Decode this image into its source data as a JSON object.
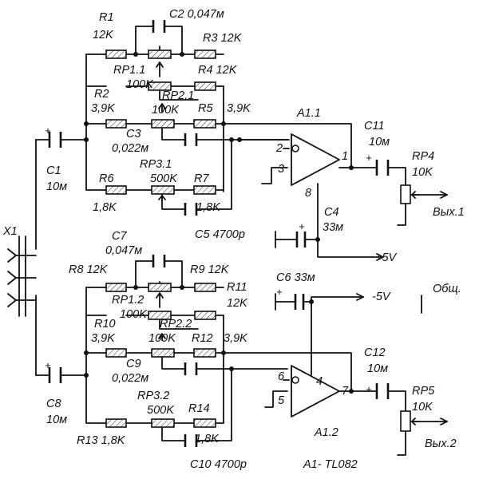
{
  "labels": {
    "r1": "R1",
    "r1v": "12K",
    "c2": "C2 0,047м",
    "r3": "R3 12K",
    "rp11": "RP1.1",
    "rp11v": "100K",
    "r4": "R4 12K",
    "r2": "R2",
    "r2v": "3,9K",
    "rp21": "RP2.1",
    "rp21v": "100K",
    "r5": "R5",
    "r5v": "3,9K",
    "a11": "A1.1",
    "c11": "C11",
    "c11v": "10м",
    "c3": "C3",
    "c3v": "0,022м",
    "rp31": "RP3.1",
    "pin2": "2",
    "pin3": "3",
    "pin1": "1",
    "pin8": "8",
    "rp4": "RP4",
    "rp4v": "10K",
    "c1": "C1",
    "c1v": "10м",
    "r6": "R6",
    "r6v": "1,8K",
    "rp31v": "500K",
    "r7": "R7",
    "r7v": "1,8K",
    "c4": "C4",
    "c4v": "33м",
    "out1": "Вых.1",
    "x1": "X1",
    "c5": "C5 4700p",
    "plus5": "+5V",
    "c7": "C7",
    "c7v": "0,047м",
    "r8": "R8 12K",
    "r9": "R9 12K",
    "c6": "C6 33м",
    "minus5": "-5V",
    "gnd": "Общ.",
    "rp12": "RP1.2",
    "rp12v": "100K",
    "r11": "R11",
    "r11v": "12K",
    "r10": "R10",
    "r10v": "3,9K",
    "rp22": "RP2.2",
    "rp22v": "100K",
    "r12": "R12",
    "r12v": "3,9K",
    "c9": "C9",
    "c9v": "0,022м",
    "rp32": "RP3.2",
    "rp32v": "500K",
    "pin6": "6",
    "pin5": "5",
    "pin4": "4",
    "pin7": "7",
    "c12": "C12",
    "c12v": "10м",
    "rp5": "RP5",
    "rp5v": "10K",
    "c8": "C8",
    "c8v": "10м",
    "r13": "R13 1,8K",
    "r14": "R14",
    "r14v": "1,8K",
    "a12": "A1.2",
    "out2": "Вых.2",
    "c10": "C10 4700p",
    "chip": "A1- TL082",
    "plus": "+"
  }
}
